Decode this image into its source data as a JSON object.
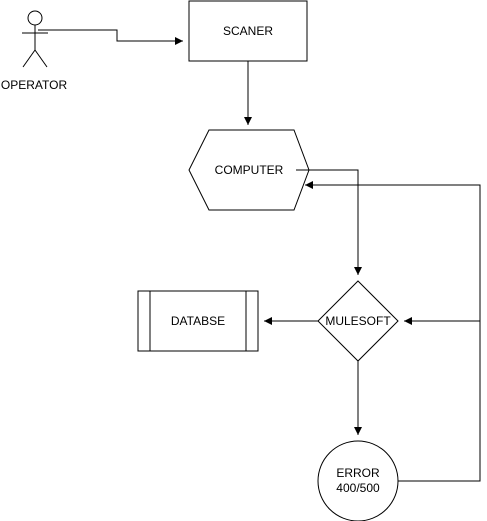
{
  "diagram": {
    "type": "flowchart",
    "actor": {
      "label": "OPERATOR",
      "icon": "stick-figure-icon"
    },
    "nodes": {
      "scanner": {
        "label": "SCANER",
        "shape": "rectangle"
      },
      "computer": {
        "label": "COMPUTER",
        "shape": "hexagon"
      },
      "mulesoft": {
        "label": "MULESOFT",
        "shape": "diamond"
      },
      "database": {
        "label": "DATABSE",
        "shape": "process"
      },
      "error": {
        "label_line1": "ERROR",
        "label_line2": "400/500",
        "shape": "circle"
      }
    },
    "edges": [
      {
        "from": "operator",
        "to": "scanner"
      },
      {
        "from": "scanner",
        "to": "computer"
      },
      {
        "from": "computer",
        "to": "mulesoft"
      },
      {
        "from": "mulesoft",
        "to": "database"
      },
      {
        "from": "mulesoft",
        "to": "error"
      },
      {
        "from": "error",
        "to": "computer"
      },
      {
        "from": "error",
        "to": "mulesoft"
      }
    ],
    "colors": {
      "stroke": "#000000",
      "fill": "#ffffff"
    }
  }
}
